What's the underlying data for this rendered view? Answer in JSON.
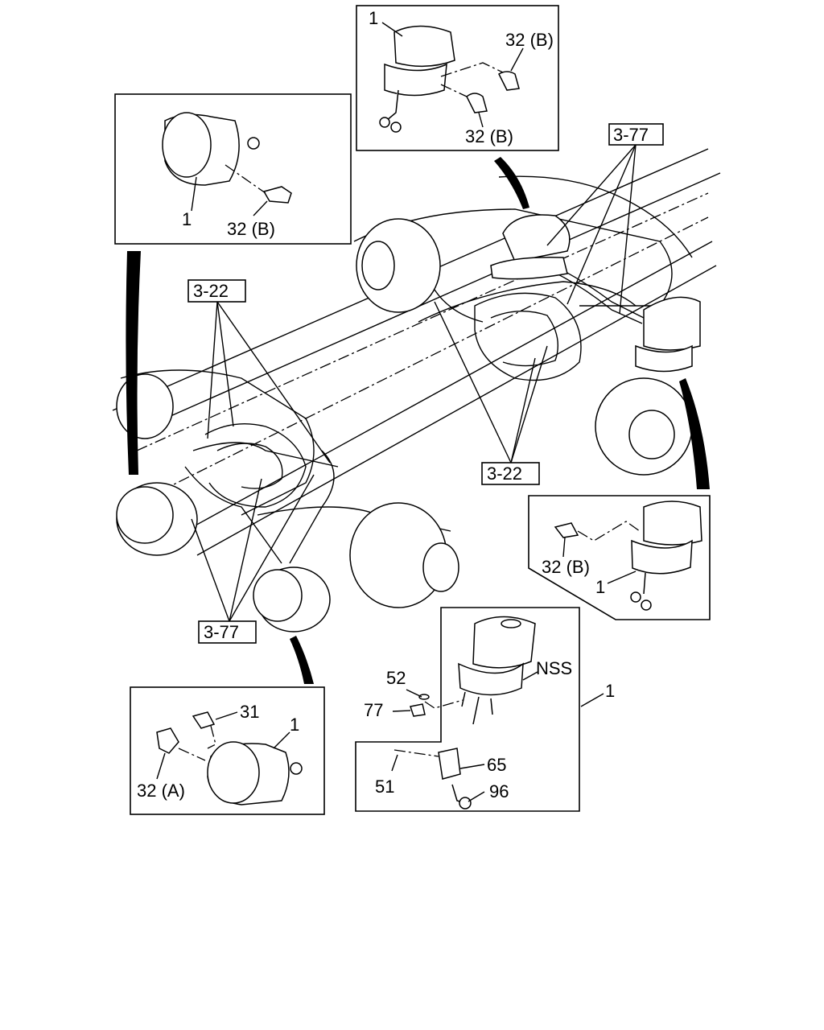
{
  "callouts": {
    "top_center": {
      "part1": "1",
      "top": "32 (B)",
      "bottom": "32 (B)"
    },
    "top_left": {
      "part1": "1",
      "fitting": "32 (B)"
    },
    "right": {
      "fitting": "32 (B)",
      "part1": "1"
    },
    "bottom_left": {
      "p31": "31",
      "p1": "1",
      "p32a": "32 (A)"
    },
    "bottom_detail": {
      "p52": "52",
      "p77": "77",
      "p51": "51",
      "p65": "65",
      "p96": "96",
      "nss": "NSS",
      "p1": "1"
    }
  },
  "refs": {
    "r377_top": "3-77",
    "r322_left": "3-22",
    "r322_right": "3-22",
    "r377_bottom": "3-77"
  }
}
